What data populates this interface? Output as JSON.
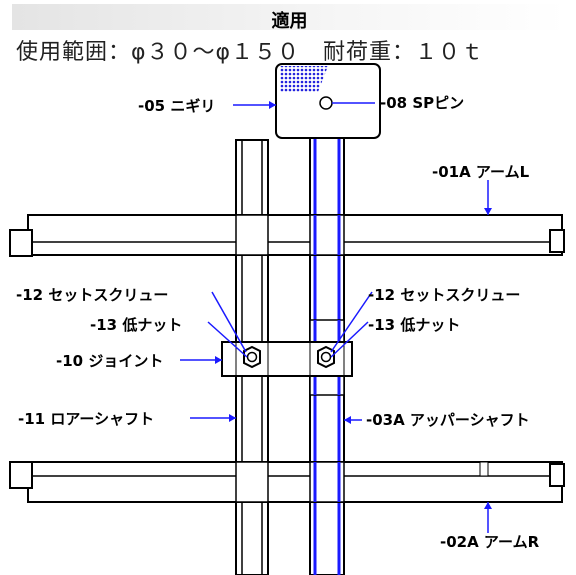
{
  "header": {
    "title": "適用"
  },
  "spec_line": "使用範囲：φ３０～φ１５０　耐荷重：１０ｔ",
  "labels": {
    "nigiri": "-05 ニギリ",
    "sp_pin": "-08 SPピン",
    "arm_l": "-01A アームL",
    "set_screw_left": "-12 セットスクリュー",
    "low_nut_left": "-13 低ナット",
    "joint": "-10 ジョイント",
    "set_screw_right": "-12 セットスクリュー",
    "low_nut_right": "-13 低ナット",
    "lower_shaft": "-11 ロアーシャフト",
    "upper_shaft": "-03A アッパーシャフト",
    "arm_r": "-02A アームR"
  },
  "colors": {
    "leader": "#1a1aff",
    "outline": "#000000",
    "knurl": "#2222dd"
  }
}
